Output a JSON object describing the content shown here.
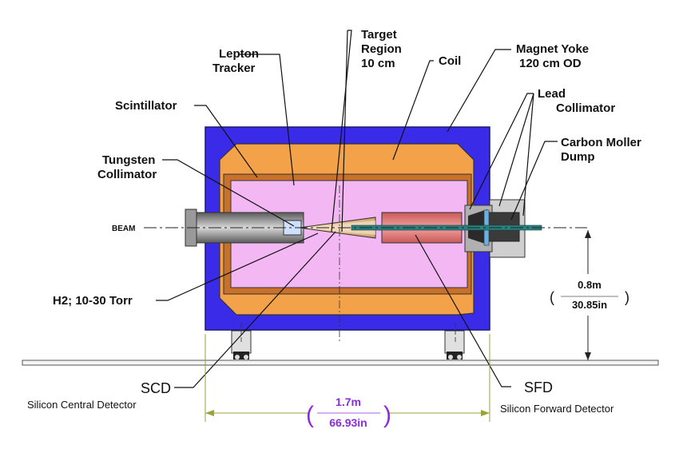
{
  "labels": {
    "target_region": [
      "Target",
      "Region",
      "10 cm"
    ],
    "lepton_tracker": [
      "Lepton",
      "Tracker"
    ],
    "coil": "Coil",
    "magnet_yoke": [
      "Magnet Yoke",
      "120 cm OD"
    ],
    "lead_collimator": [
      "Lead",
      "Collimator"
    ],
    "carbon_moller_dump": [
      "Carbon Moller",
      "Dump"
    ],
    "scintillator": "Scintillator",
    "tungsten_collimator": [
      "Tungsten",
      "Collimator"
    ],
    "beam": "BEAM",
    "h2": "H2; 10-30 Torr",
    "scd": "SCD",
    "scd_full": "Silicon Central Detector",
    "sfd": "SFD",
    "sfd_full": "Silicon Forward Detector"
  },
  "dimensions": {
    "height_m": "0.8m",
    "height_in": "30.85in",
    "length_m": "1.7m",
    "length_in": "66.93in"
  },
  "colors": {
    "yoke": "#3a2be8",
    "coil": "#f3a24a",
    "coil_inner": "#c9702a",
    "tracker": "#f3b8f3",
    "pipe": "#8c8c8c",
    "sfd": "#e87a78",
    "target": "#e8c090",
    "dimension_accent": "#8a2be2",
    "dimension_line": "#9aa23a"
  }
}
